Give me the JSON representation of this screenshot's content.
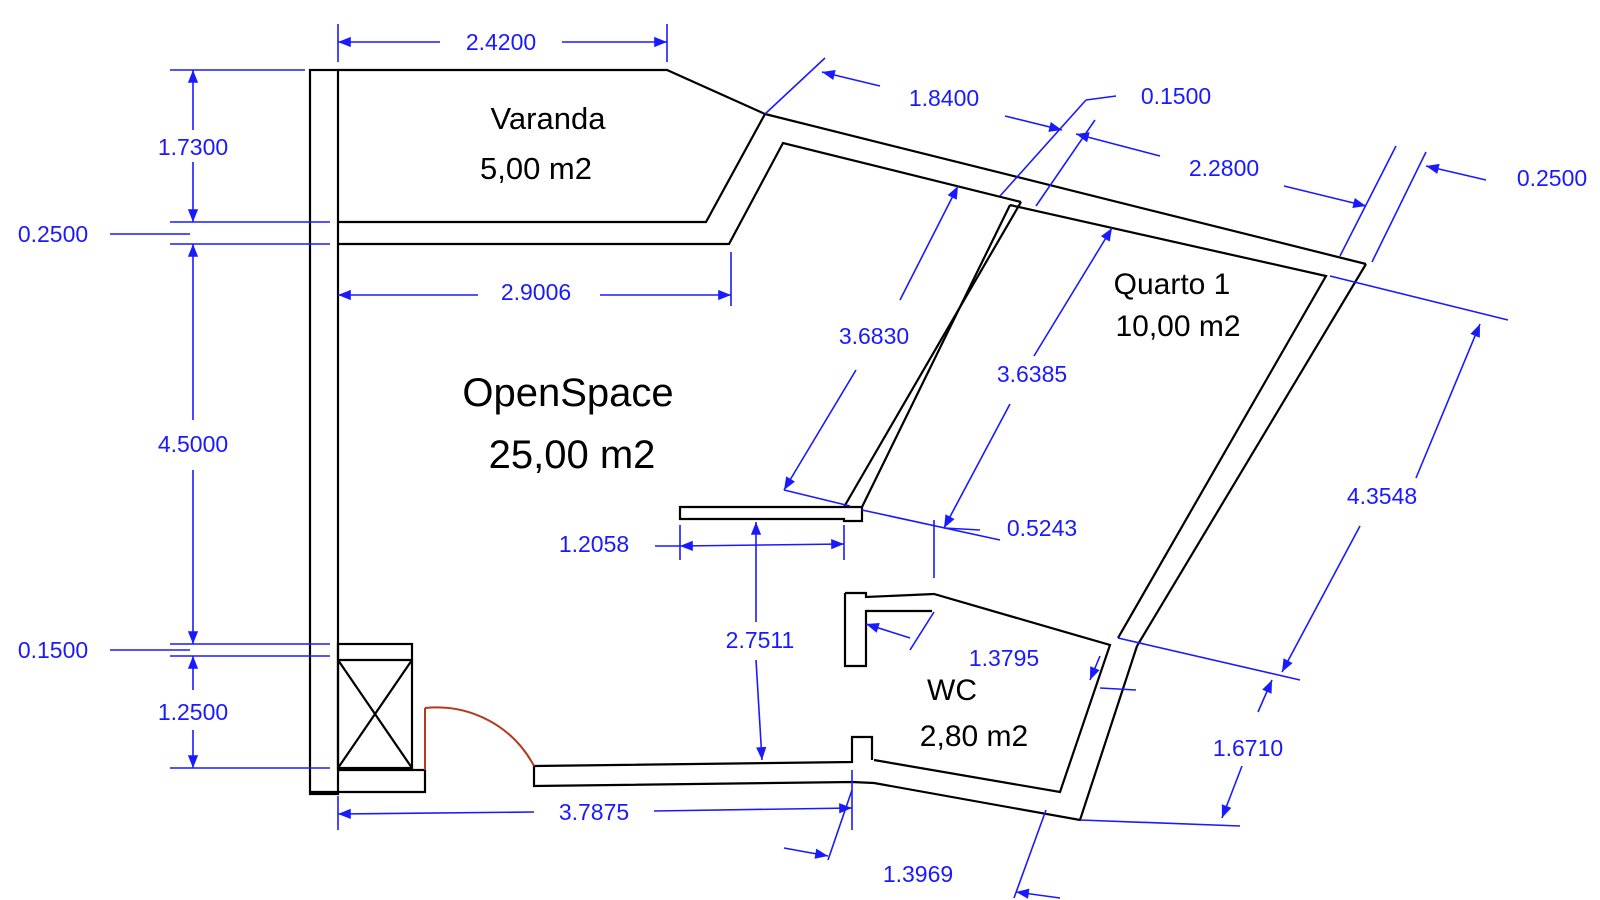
{
  "rooms": {
    "varanda": {
      "name": "Varanda",
      "area": "5,00 m2"
    },
    "openspace": {
      "name": "OpenSpace",
      "area": "25,00 m2"
    },
    "quarto": {
      "name": "Quarto 1",
      "area": "10,00 m2"
    },
    "wc": {
      "name": "WC",
      "area": "2,80 m2"
    }
  },
  "dimensions": {
    "varanda_width": "2.4200",
    "varanda_height": "1.7300",
    "wall_left_1": "0.2500",
    "openspace_width_top": "2.9006",
    "openspace_height": "4.5000",
    "wall_left_2": "0.1500",
    "entry_height": "1.2500",
    "bottom_width": "3.7875",
    "wall_diag_1": "1.8400",
    "wall_diag_2": "0.1500",
    "quarto_top": "2.2800",
    "wall_diag_3": "0.2500",
    "corridor_len": "3.6830",
    "quarto_left": "3.6385",
    "quarto_right": "4.3548",
    "opening_small": "0.5243",
    "partition_width": "1.2058",
    "wc_height_left": "2.7511",
    "wc_top": "1.3795",
    "wc_right": "1.6710",
    "wc_bottom": "1.3969"
  }
}
